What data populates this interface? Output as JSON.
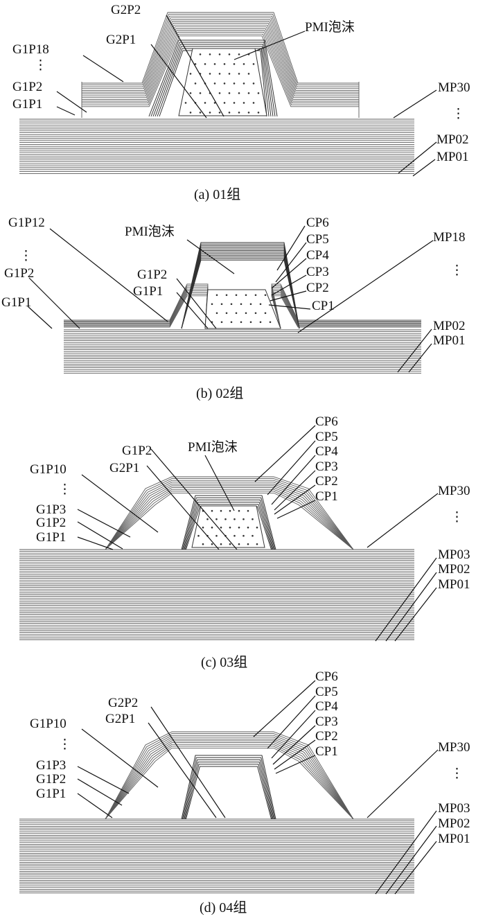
{
  "foam_label": "PMI泡沫",
  "vdots": "⋮",
  "panels": [
    {
      "id": "a",
      "caption": "(a) 01组",
      "labels": {
        "g2p2": "G2P2",
        "g2p1": "G2P1",
        "foam": "PMI泡沫",
        "g1p18": "G1P18",
        "g1p2": "G1P2",
        "g1p1": "G1P1",
        "mp30": "MP30",
        "mp02": "MP02",
        "mp01": "MP01"
      }
    },
    {
      "id": "b",
      "caption": "(b) 02组",
      "labels": {
        "g1p12": "G1P12",
        "foam": "PMI泡沫",
        "g1p2": "G1P2",
        "g1p1": "G1P1",
        "g1p2_in": "G1P2",
        "g1p1_in": "G1P1",
        "cp6": "CP6",
        "cp5": "CP5",
        "cp4": "CP4",
        "cp3": "CP3",
        "cp2": "CP2",
        "cp1": "CP1",
        "mp18": "MP18",
        "mp02": "MP02",
        "mp01": "MP01"
      }
    },
    {
      "id": "c",
      "caption": "(c) 03组",
      "labels": {
        "g1p2": "G1P2",
        "g2p1": "G2P1",
        "foam": "PMI泡沫",
        "g1p10": "G1P10",
        "g1p3": "G1P3",
        "g1p2_l": "G1P2",
        "g1p1": "G1P1",
        "cp6": "CP6",
        "cp5": "CP5",
        "cp4": "CP4",
        "cp3": "CP3",
        "cp2": "CP2",
        "cp1": "CP1",
        "mp30": "MP30",
        "mp03": "MP03",
        "mp02": "MP02",
        "mp01": "MP01"
      }
    },
    {
      "id": "d",
      "caption": "(d) 04组",
      "labels": {
        "g2p2": "G2P2",
        "g2p1": "G2P1",
        "g1p10": "G1P10",
        "g1p3": "G1P3",
        "g1p2": "G1P2",
        "g1p1": "G1P1",
        "cp6": "CP6",
        "cp5": "CP5",
        "cp4": "CP4",
        "cp3": "CP3",
        "cp2": "CP2",
        "cp1": "CP1",
        "mp30": "MP30",
        "mp03": "MP03",
        "mp02": "MP02",
        "mp01": "MP01"
      }
    }
  ]
}
